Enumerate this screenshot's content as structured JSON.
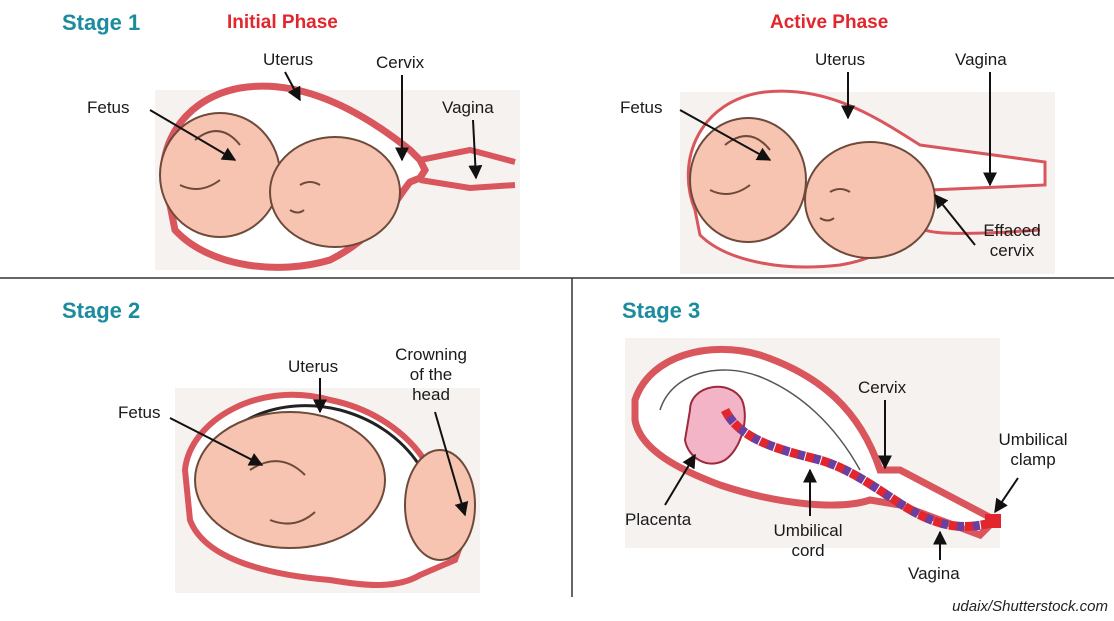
{
  "stage1": {
    "title": "Stage 1",
    "initial_phase": {
      "title": "Initial Phase",
      "labels": {
        "uterus": "Uterus",
        "cervix": "Cervix",
        "vagina": "Vagina",
        "fetus": "Fetus"
      }
    },
    "active_phase": {
      "title": "Active Phase",
      "labels": {
        "uterus": "Uterus",
        "vagina": "Vagina",
        "fetus": "Fetus",
        "effaced_cervix_line1": "Effaced",
        "effaced_cervix_line2": "cervix"
      }
    }
  },
  "stage2": {
    "title": "Stage 2",
    "labels": {
      "uterus": "Uterus",
      "fetus": "Fetus",
      "crowning_line1": "Crowning",
      "crowning_line2": "of the",
      "crowning_line3": "head"
    }
  },
  "stage3": {
    "title": "Stage 3",
    "labels": {
      "cervix": "Cervix",
      "umbilical_clamp_line1": "Umbilical",
      "umbilical_clamp_line2": "clamp",
      "placenta": "Placenta",
      "umbilical_cord_line1": "Umbilical",
      "umbilical_cord_line2": "cord",
      "vagina": "Vagina"
    }
  },
  "credit": "udaix/Shutterstock.com",
  "colors": {
    "stage_title": "#1b8c9e",
    "phase_title": "#e1262d",
    "uterus_wall": "#d9565d",
    "uterus_fill": "#f3cfcf",
    "skin": "#f6c4b0",
    "placenta": "#f4b4c8",
    "cord_red": "#e1262d",
    "cord_purple": "#6b3fa0"
  }
}
